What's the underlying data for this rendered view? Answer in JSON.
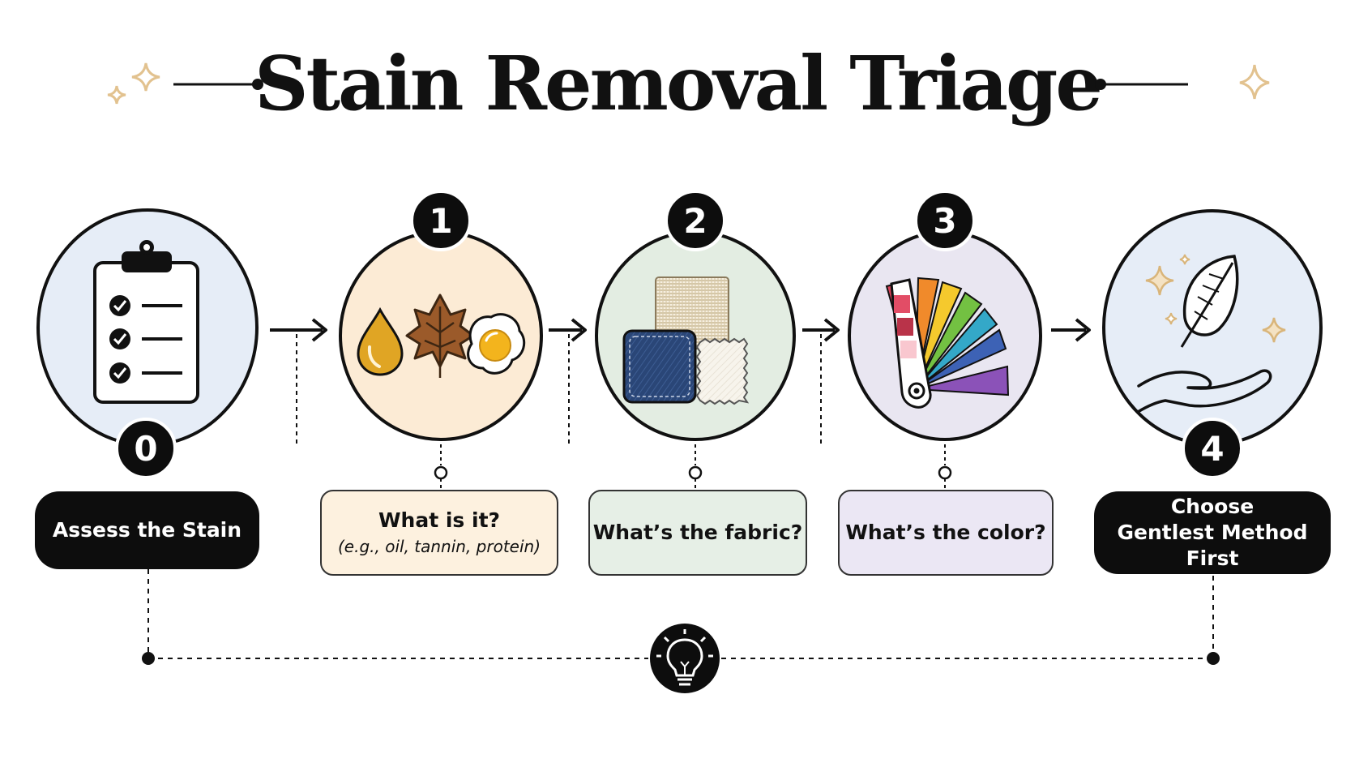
{
  "title": "Stain Removal Triage",
  "steps": [
    {
      "number": "0",
      "label": "Assess the Stain",
      "subtitle": "",
      "fill": "#e6edf7",
      "box": "#0d0d0d"
    },
    {
      "number": "1",
      "label": "What is it?",
      "subtitle": "(e.g., oil, tannin, protein)",
      "fill": "#fcebd5",
      "box": "#fdf1df"
    },
    {
      "number": "2",
      "label": "What’s the fabric?",
      "subtitle": "",
      "fill": "#e3ede2",
      "box": "#e6efe6"
    },
    {
      "number": "3",
      "label": "What’s the color?",
      "subtitle": "",
      "fill": "#e9e6f1",
      "box": "#ebe7f4"
    },
    {
      "number": "4",
      "label_line1": "Choose",
      "label_line2": "Gentlest Method First",
      "subtitle": "",
      "fill": "#e6edf7",
      "box": "#0d0d0d"
    }
  ],
  "colors": {
    "ink": "#111111",
    "sparkle": "#e2c28f"
  },
  "icons": [
    "sparkle-icon",
    "clipboard-checklist-icon",
    "oil-drop-icon",
    "leaf-icon",
    "egg-icon",
    "fabric-swatches-icon",
    "color-fan-icon",
    "feather-hand-icon",
    "lightbulb-icon",
    "arrow-right-icon"
  ]
}
